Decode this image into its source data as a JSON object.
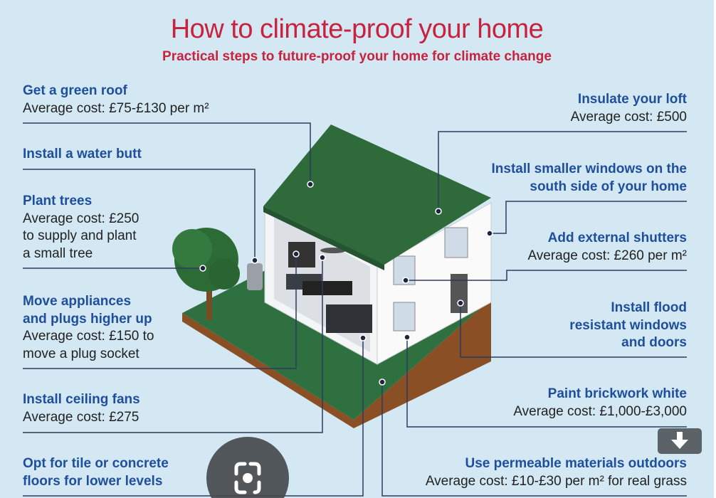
{
  "title": "How to climate-proof your home",
  "subtitle": "Practical steps to future-proof your home for climate change",
  "left_items": [
    {
      "heading": "Get a green roof",
      "cost": "Average cost: £75-£130 per m²"
    },
    {
      "heading": "Install a water butt"
    },
    {
      "heading": "Plant trees",
      "cost": "Average cost: £250",
      "cost2": "to supply and plant",
      "cost3": "a small tree"
    },
    {
      "heading": "Move appliances",
      "heading2": "and plugs higher up",
      "cost": "Average cost: £150 to",
      "cost2": "move a plug socket"
    },
    {
      "heading": "Install ceiling fans",
      "cost": "Average cost: £275"
    },
    {
      "heading": "Opt for tile or concrete",
      "heading2": "floors for lower levels"
    }
  ],
  "right_items": [
    {
      "heading": "Insulate your loft",
      "cost": "Average cost: £500"
    },
    {
      "heading": "Install smaller windows on the",
      "heading2": "south side of your home"
    },
    {
      "heading": "Add external shutters",
      "cost": "Average cost: £260 per m²"
    },
    {
      "heading": "Install flood",
      "heading2": "resistant windows",
      "heading3": "and doors"
    },
    {
      "heading": "Paint brickwork white",
      "cost": "Average cost: £1,000-£3,000"
    },
    {
      "heading": "Use permeable materials outdoors",
      "cost": "Average cost: £10-£30 per m² for real grass"
    }
  ],
  "colors": {
    "background": "#d3e8f3",
    "title": "#c8223f",
    "heading": "#1f4f9c",
    "line": "#2d3a5e",
    "roof": "#2f6b3a",
    "grass": "#2f7040"
  }
}
